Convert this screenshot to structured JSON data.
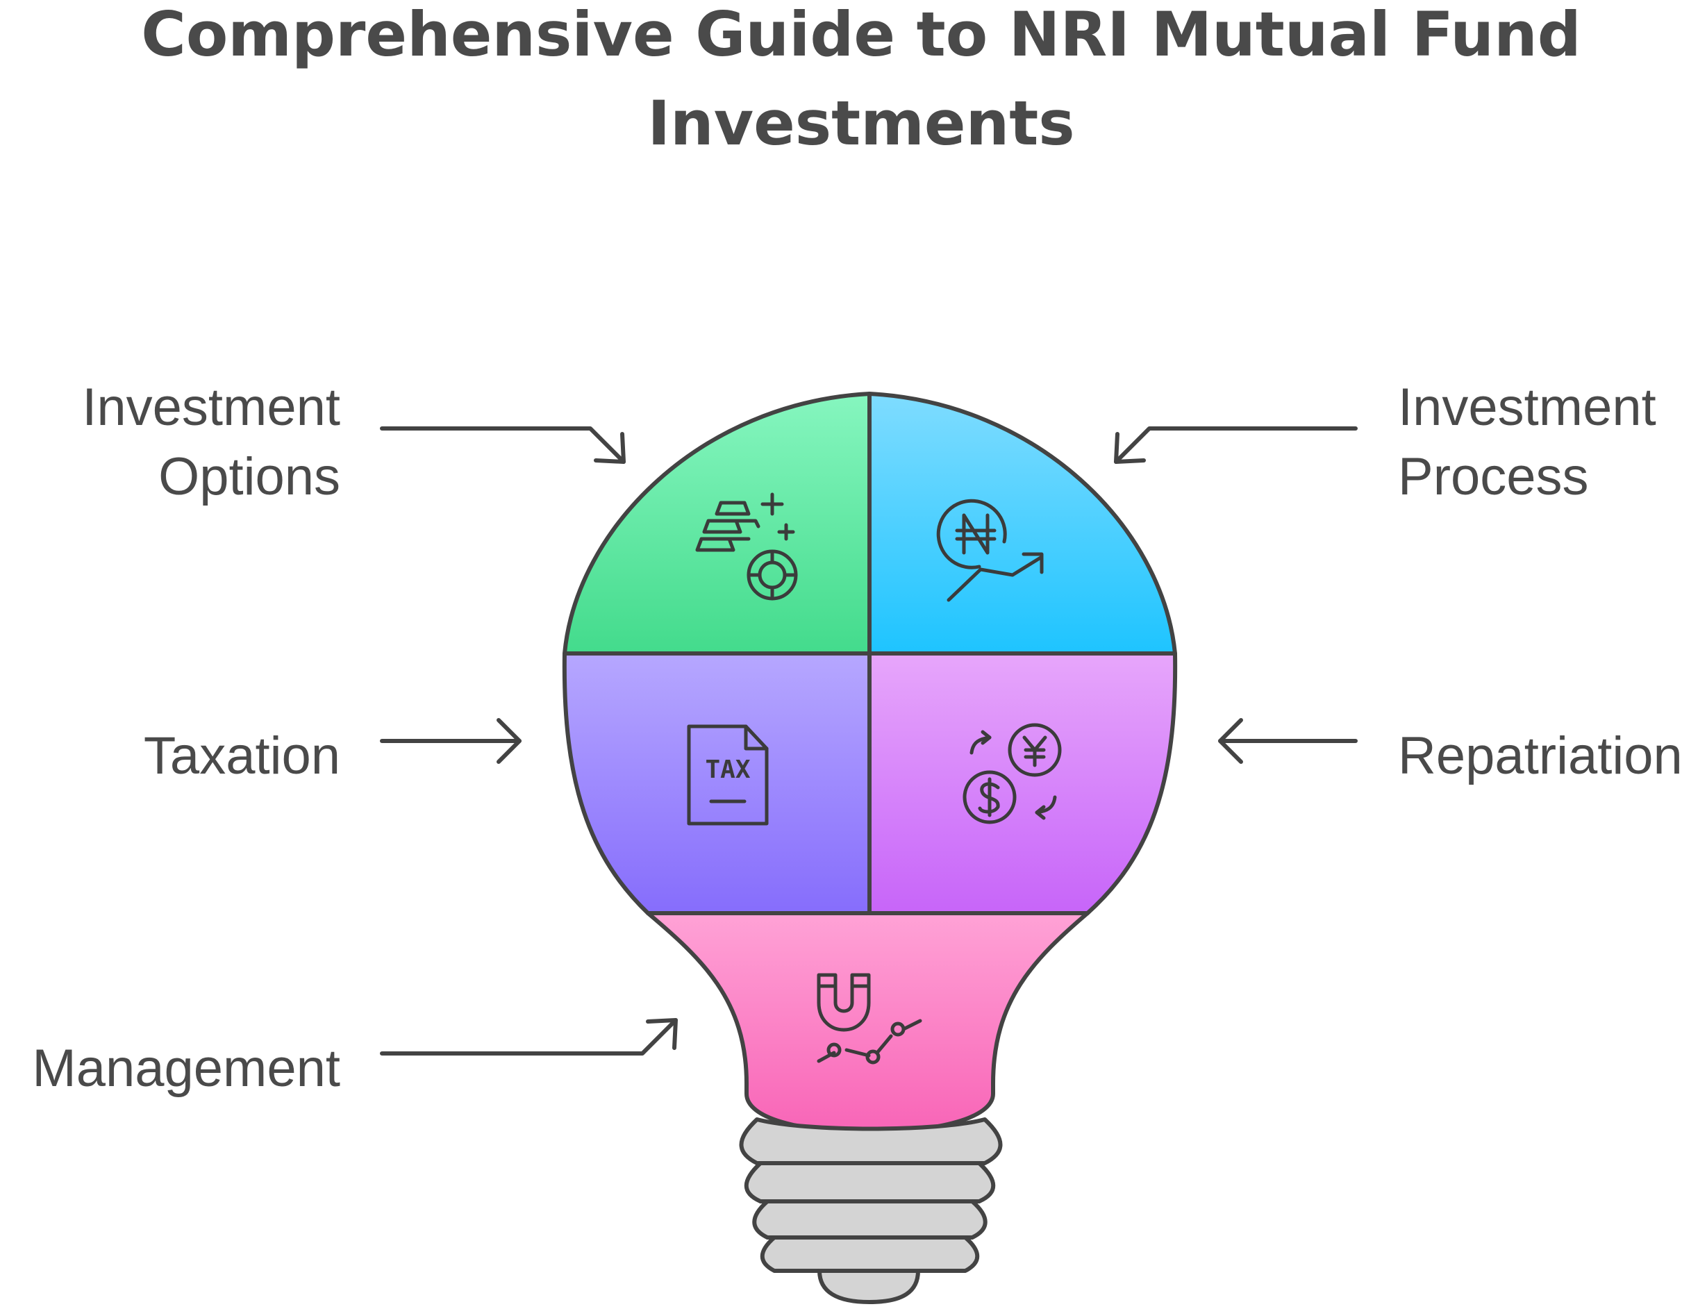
{
  "title": {
    "line1": "Comprehensive Guide to NRI Mutual Fund",
    "line2": "Investments"
  },
  "sections": [
    {
      "id": "investment-options",
      "label_line1": "Investment",
      "label_line2": "Options",
      "icon": "gold-bars-coin-icon",
      "color_top": "#86f6bf",
      "color_bottom": "#43db8c"
    },
    {
      "id": "investment-process",
      "label_line1": "Investment",
      "label_line2": "Process",
      "icon": "naira-growth-icon",
      "color_top": "#7fdcff",
      "color_bottom": "#1ec4ff"
    },
    {
      "id": "taxation",
      "label": "Taxation",
      "icon": "tax-document-icon",
      "color_top": "#b6a7ff",
      "color_bottom": "#866dfc"
    },
    {
      "id": "repatriation",
      "label": "Repatriation",
      "icon": "currency-exchange-icon",
      "color_top": "#e7a6fb",
      "color_bottom": "#c765f9"
    },
    {
      "id": "management",
      "label": "Management",
      "icon": "magnet-chart-icon",
      "color_top": "#ffa2d6",
      "color_bottom": "#f865b7"
    }
  ],
  "icon_text": {
    "tax": "TAX"
  },
  "colors": {
    "outline": "#434343",
    "text": "#4a4a4a",
    "base_fill": "#d4d4d4"
  }
}
